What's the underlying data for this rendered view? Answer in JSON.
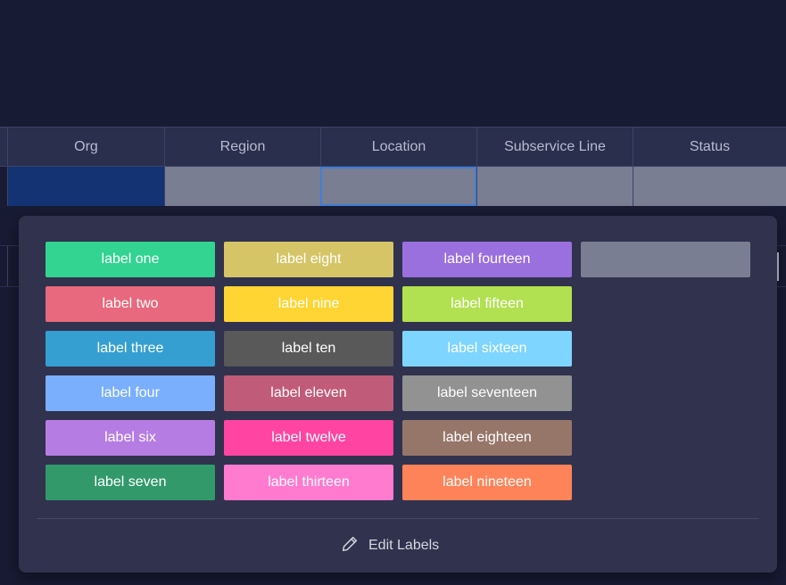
{
  "columns": [
    {
      "label": ""
    },
    {
      "label": "Org"
    },
    {
      "label": "Region"
    },
    {
      "label": "Location"
    },
    {
      "label": "Subservice Line"
    },
    {
      "label": "Status"
    }
  ],
  "labels": [
    {
      "text": "label one",
      "color": "#33d391"
    },
    {
      "text": "label two",
      "color": "#e8697d"
    },
    {
      "text": "label three",
      "color": "#359fd2"
    },
    {
      "text": "label four",
      "color": "#7aaffd"
    },
    {
      "text": "label six",
      "color": "#b57de3"
    },
    {
      "text": "label seven",
      "color": "#32996a"
    },
    {
      "text": "label eight",
      "color": "#d5c567"
    },
    {
      "text": "label nine",
      "color": "#ffd533"
    },
    {
      "text": "label ten",
      "color": "#595959"
    },
    {
      "text": "label eleven",
      "color": "#c05c7a"
    },
    {
      "text": "label twelve",
      "color": "#ff44a1"
    },
    {
      "text": "label thirteen",
      "color": "#ff7bd0"
    },
    {
      "text": "label fourteen",
      "color": "#9a6fde"
    },
    {
      "text": "label fifteen",
      "color": "#b1e051"
    },
    {
      "text": "label sixteen",
      "color": "#7ed5ff"
    },
    {
      "text": "label seventeen",
      "color": "#929292"
    },
    {
      "text": "label eighteen",
      "color": "#97766a"
    },
    {
      "text": "label nineteen",
      "color": "#ff8358"
    },
    {
      "text": "",
      "color": "#797e93"
    }
  ],
  "edit_labels": "Edit Labels",
  "icons": {
    "edit": "pencil-icon"
  }
}
